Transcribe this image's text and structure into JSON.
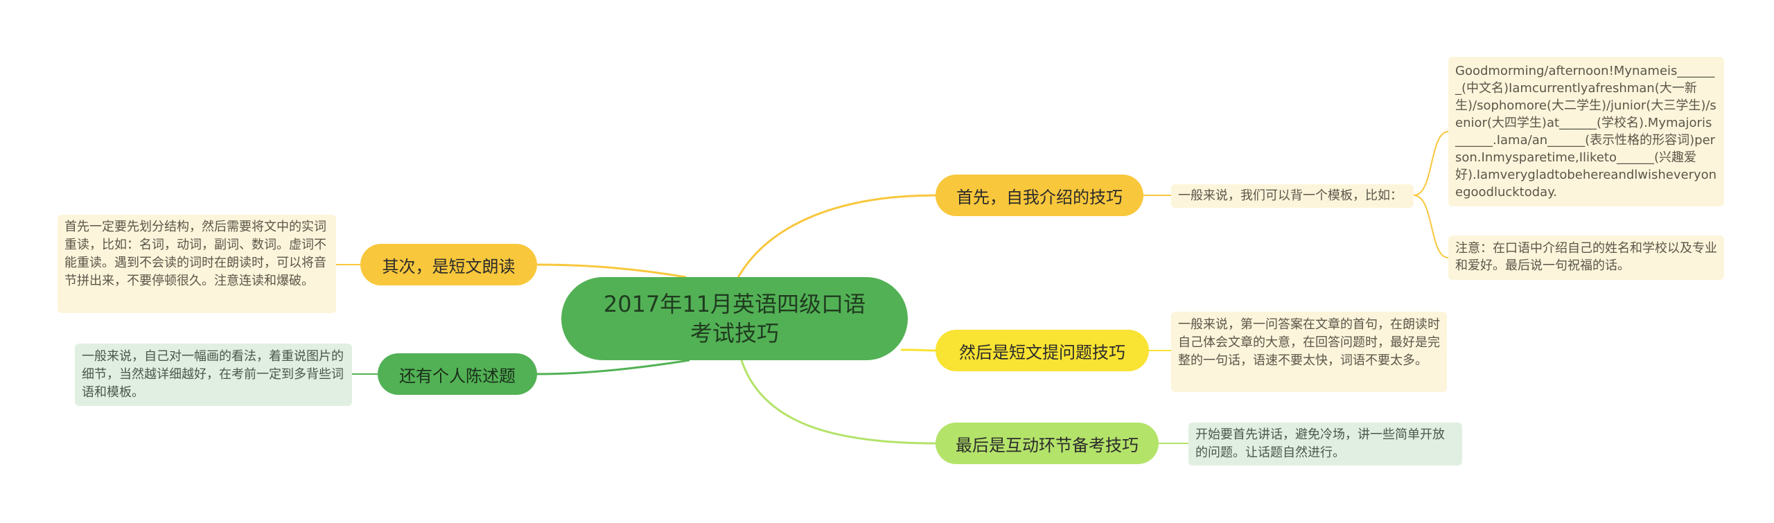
{
  "root": {
    "line1": "2017年11月英语四级口语",
    "line2": "考试技巧"
  },
  "branches": {
    "self_intro": "首先，自我介绍的技巧",
    "reading": "其次，是短文朗读",
    "short_qa": "然后是短文提问题技巧",
    "picture": "还有个人陈述题",
    "interaction": "最后是互动环节备考技巧"
  },
  "notes": {
    "self_intro_lead": "一般来说，我们可以背一个模板，比如：",
    "self_intro_template": "Goodmorming/afternoon!Mynameis_______(中文名)Iamcurrentlyafreshman(大一新生)/sophomore(大二学生)/junior(大三学生)/senior(大四学生)at______(学校名).Mymajoris______.Iama/an______(表示性格的形容词)person.Inmysparetime,Iliketo______(兴趣爱好).Iamverygladtobehereandlwisheveryonegoodlucktoday.",
    "self_intro_tip": "注意：在口语中介绍自己的姓名和学校以及专业和爱好。最后说一句祝福的话。",
    "reading": "首先一定要先划分结构，然后需要将文中的实词重读，比如：名词，动词，副词、数词。虚词不能重读。遇到不会读的词时在朗读时，可以将音节拼出来，不要停顿很久。注意连读和爆破。",
    "short_qa": "一般来说，第一问答案在文章的首句，在朗读时自己体会文章的大意，在回答问题时，最好是完整的一句话，语速不要太快，词语不要太多。",
    "picture": "一般来说，自己对一幅画的看法，着重说图片的细节，当然越详细越好，在考前一定到多背些词语和模板。",
    "interaction": "开始要首先讲话，避免冷场，讲一些简单开放的问题。让话题自然进行。"
  },
  "colors": {
    "yellow": "#f8c73c",
    "bright_yellow": "#f9e333",
    "lime": "#b4e36a",
    "green": "#52b155",
    "cream": "#fdf5db",
    "mint": "#e0efe1"
  }
}
